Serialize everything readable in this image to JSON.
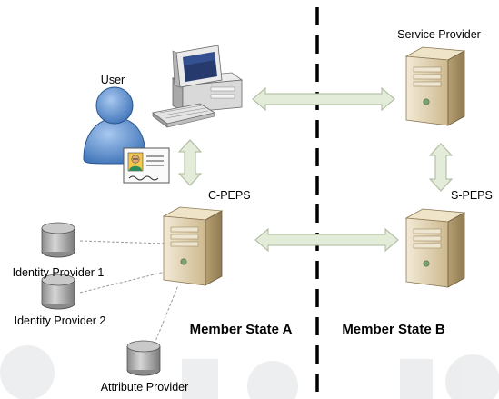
{
  "labels": {
    "user": "User",
    "service_provider": "Service Provider",
    "c_peps": "C-PEPS",
    "s_peps": "S-PEPS",
    "identity_provider_1": "Identity Provider 1",
    "identity_provider_2": "Identity Provider 2",
    "attribute_provider": "Attribute Provider",
    "member_state_a": "Member State A",
    "member_state_b": "Member State B"
  },
  "icons": {
    "user": "user-person-icon",
    "computer": "desktop-computer-icon",
    "id_card": "id-card-icon",
    "server": "server-tower-icon",
    "database": "database-cylinder-icon"
  },
  "colors": {
    "arrow_fill": "#e3ecd9",
    "arrow_stroke": "#a9b79a",
    "server_body": "#d9c9a6",
    "person": "#5b8fd0",
    "db_fill": "#bdbdbd",
    "divider": "#000000"
  }
}
